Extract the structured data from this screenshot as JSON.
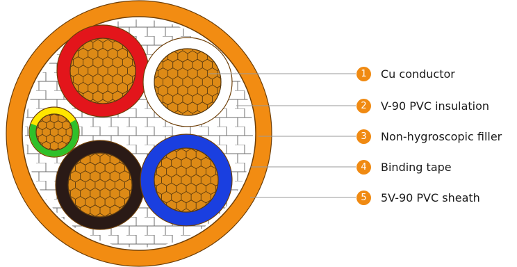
{
  "colors": {
    "sheath": "#f28c12",
    "filler": "#ffffff",
    "filler_pattern": "#6b6b6b",
    "conductor": "#dd8a16",
    "conductor_lines": "#5a3a10",
    "badge": "#f08a12",
    "leader_line": "#9a9a9a"
  },
  "cores": [
    {
      "name": "red-core",
      "insulation": "#e3151b"
    },
    {
      "name": "white-core",
      "insulation": "#ffffff"
    },
    {
      "name": "earth-core",
      "insulation": "#ffe600",
      "insulation_secondary": "#2fc02a"
    },
    {
      "name": "black-core",
      "insulation": "#2a1a16"
    },
    {
      "name": "blue-core",
      "insulation": "#1a3fe0"
    }
  ],
  "callouts": [
    {
      "number": "1",
      "label": "Cu conductor"
    },
    {
      "number": "2",
      "label": "V-90 PVC insulation"
    },
    {
      "number": "3",
      "label": "Non-hygroscopic filler"
    },
    {
      "number": "4",
      "label": "Binding tape"
    },
    {
      "number": "5",
      "label": "5V-90 PVC sheath"
    }
  ]
}
